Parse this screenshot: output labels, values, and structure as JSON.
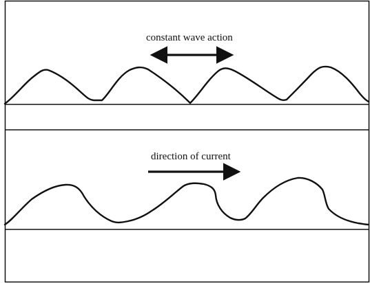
{
  "panels": [
    {
      "label": "constant wave action",
      "arrow": "double-headed"
    },
    {
      "label": "direction of current",
      "arrow": "right"
    }
  ],
  "colors": {
    "ink": "#111111",
    "background": "#ffffff"
  }
}
